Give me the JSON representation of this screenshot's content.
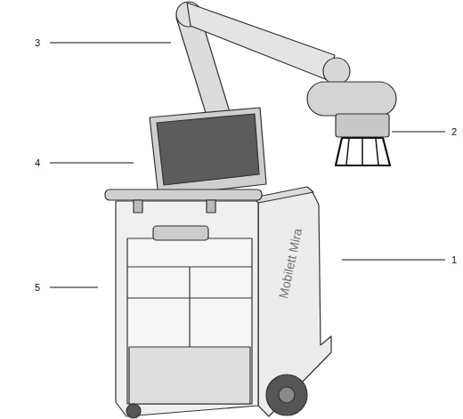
{
  "diagram": {
    "labels": [
      "3",
      "2",
      "4",
      "1",
      "5",
      "Mobilett Mira"
    ]
  }
}
